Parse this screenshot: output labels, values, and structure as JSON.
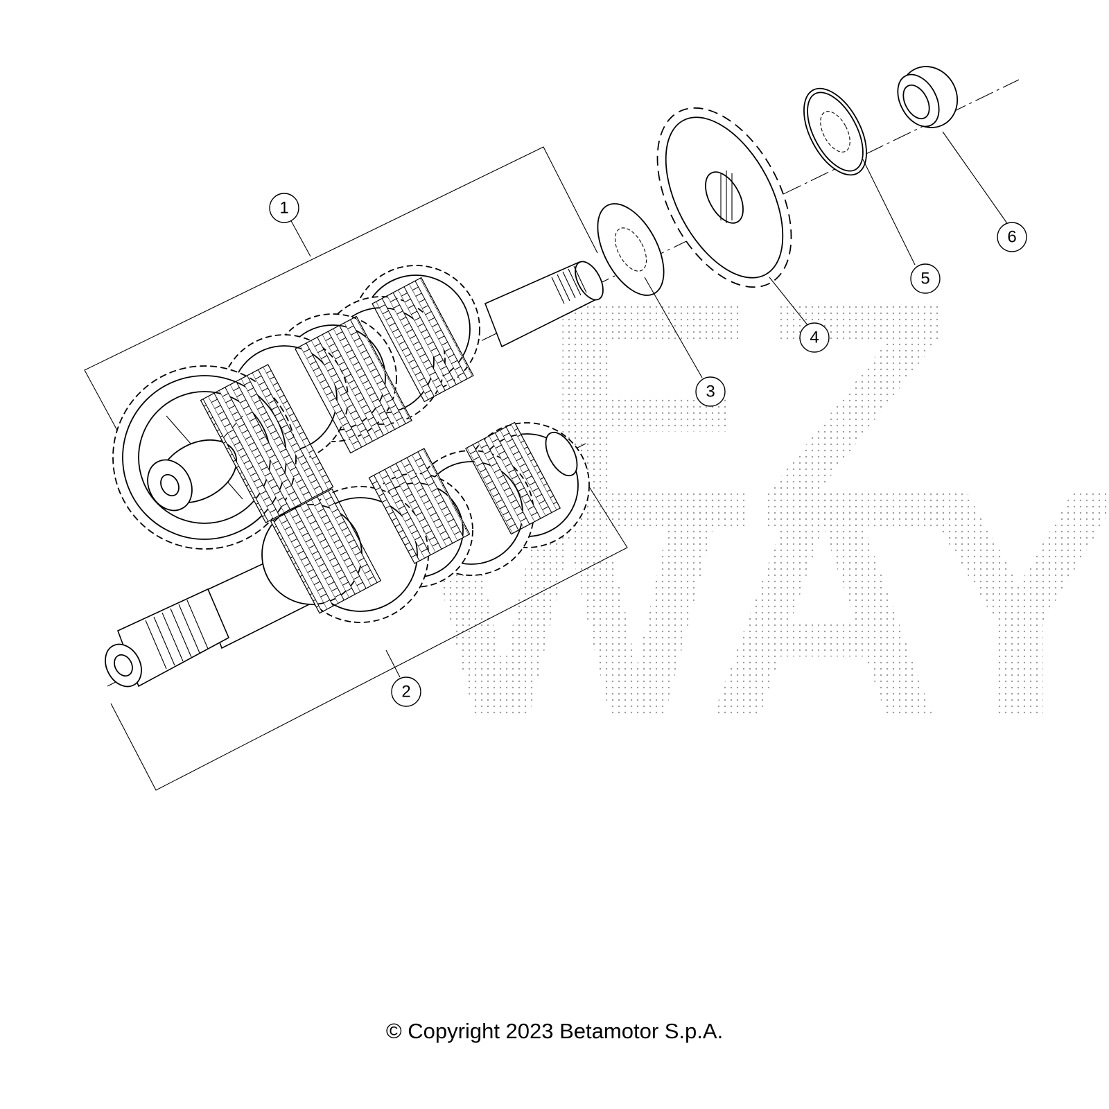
{
  "callouts": [
    {
      "id": "1",
      "label": "1"
    },
    {
      "id": "2",
      "label": "2"
    },
    {
      "id": "3",
      "label": "3"
    },
    {
      "id": "4",
      "label": "4"
    },
    {
      "id": "5",
      "label": "5"
    },
    {
      "id": "6",
      "label": "6"
    }
  ],
  "watermark": {
    "line1": "EZ",
    "line2": "WAY"
  },
  "footer": {
    "copyright": "© Copyright 2023 Betamotor S.p.A."
  }
}
